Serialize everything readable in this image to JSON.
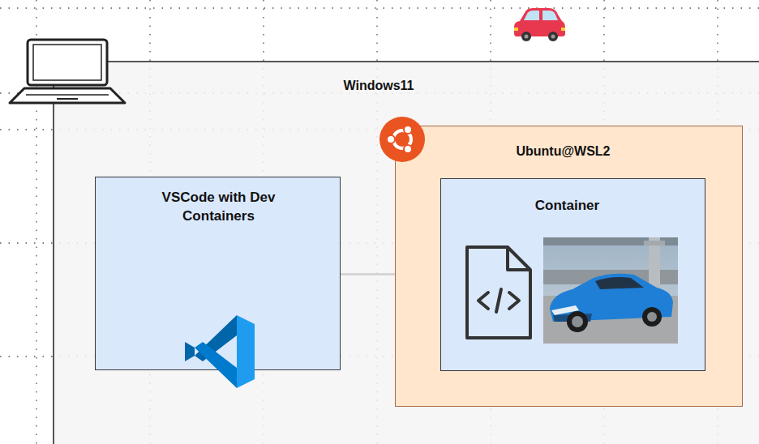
{
  "diagram": {
    "nodes": [
      {
        "text": [
          "Windows11"
        ]
      },
      {
        "text": [
          "VSCode with Dev Containers"
        ],
        "in": 0
      },
      {
        "text": [
          "Ubuntu@WSL2"
        ],
        "in": 0
      },
      {
        "text": [
          "Container"
        ],
        "in": 2
      }
    ],
    "edges": [
      {
        "from": 1,
        "to": 3,
        "arrow": "to"
      }
    ]
  }
}
